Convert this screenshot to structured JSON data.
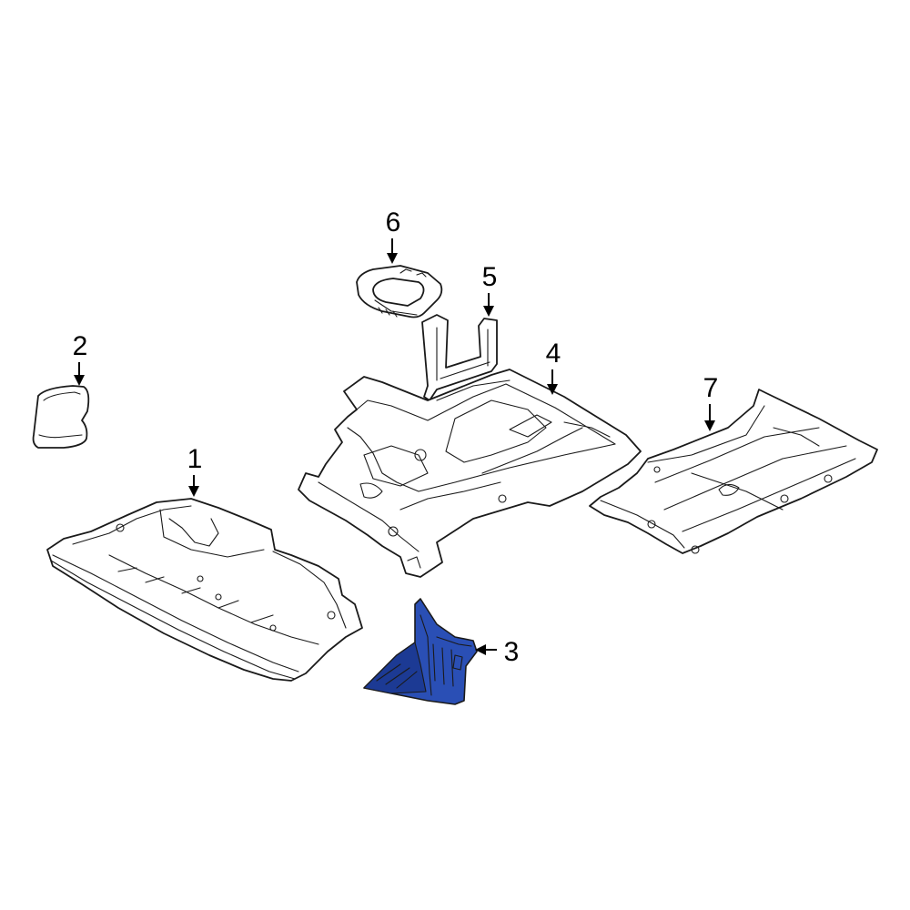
{
  "diagram": {
    "callouts": [
      {
        "id": "1",
        "label": "1"
      },
      {
        "id": "2",
        "label": "2"
      },
      {
        "id": "3",
        "label": "3"
      },
      {
        "id": "4",
        "label": "4"
      },
      {
        "id": "5",
        "label": "5"
      },
      {
        "id": "6",
        "label": "6"
      },
      {
        "id": "7",
        "label": "7"
      }
    ],
    "highlight_part": "3",
    "colors": {
      "highlight_fill": "#2a4fb5",
      "highlight_shade": "#1c3a94",
      "line": "#1a1a1a",
      "background": "#ffffff"
    }
  }
}
